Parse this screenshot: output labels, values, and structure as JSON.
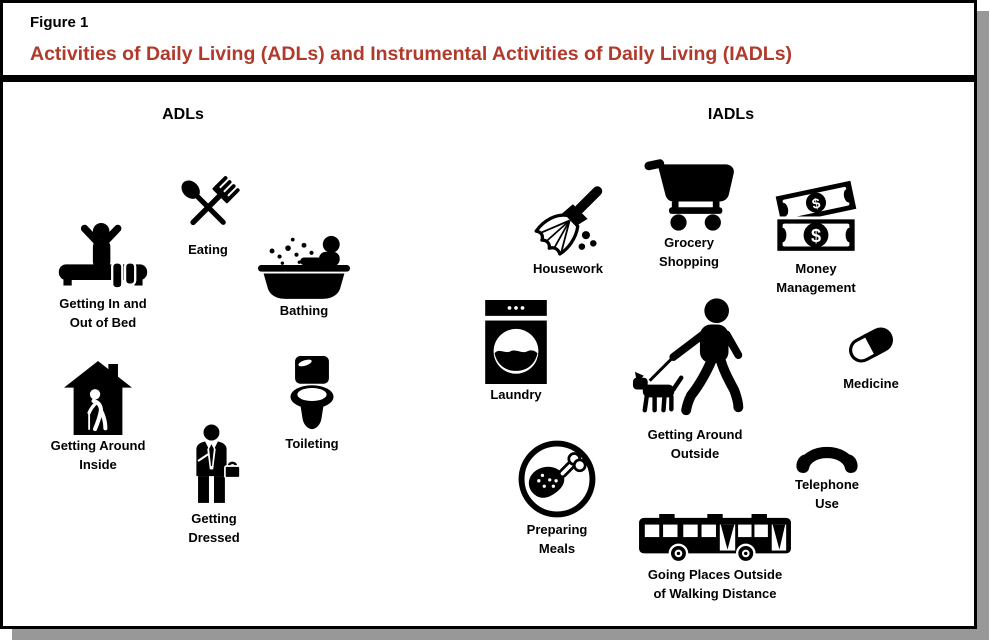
{
  "figure": {
    "label": "Figure 1",
    "title": "Activities of Daily Living (ADLs) and Instrumental Activities of Daily Living (IADLs)"
  },
  "colors": {
    "title_red": "#B03A2B",
    "icon_black": "#000000",
    "shadow_gray": "#989898",
    "border_black": "#000000"
  },
  "icons": {
    "dollar_glyph": "$"
  },
  "adls": {
    "header": "ADLs",
    "items": [
      {
        "icon": "person-stretching-on-bed-icon",
        "label": "Getting In and\nOut of Bed"
      },
      {
        "icon": "spoon-and-fork-icon",
        "label": "Eating"
      },
      {
        "icon": "person-in-bathtub-icon",
        "label": "Bathing"
      },
      {
        "icon": "person-with-cane-in-house-icon",
        "label": "Getting Around\nInside"
      },
      {
        "icon": "person-in-suit-with-briefcase-icon",
        "label": "Getting\nDressed"
      },
      {
        "icon": "toilet-icon",
        "label": "Toileting"
      }
    ]
  },
  "iadls": {
    "header": "IADLs",
    "items": [
      {
        "icon": "duster-broom-icon",
        "label": "Housework"
      },
      {
        "icon": "shopping-cart-icon",
        "label": "Grocery\nShopping"
      },
      {
        "icon": "dollar-bills-icon",
        "label": "Money\nManagement"
      },
      {
        "icon": "washing-machine-icon",
        "label": "Laundry"
      },
      {
        "icon": "person-walking-dog-icon",
        "label": "Getting Around\nOutside"
      },
      {
        "icon": "pill-capsule-icon",
        "label": "Medicine"
      },
      {
        "icon": "drumstick-on-plate-icon",
        "label": "Preparing\nMeals"
      },
      {
        "icon": "telephone-handset-icon",
        "label": "Telephone\nUse"
      },
      {
        "icon": "bus-icon",
        "label": "Going Places Outside\nof Walking Distance"
      }
    ]
  }
}
